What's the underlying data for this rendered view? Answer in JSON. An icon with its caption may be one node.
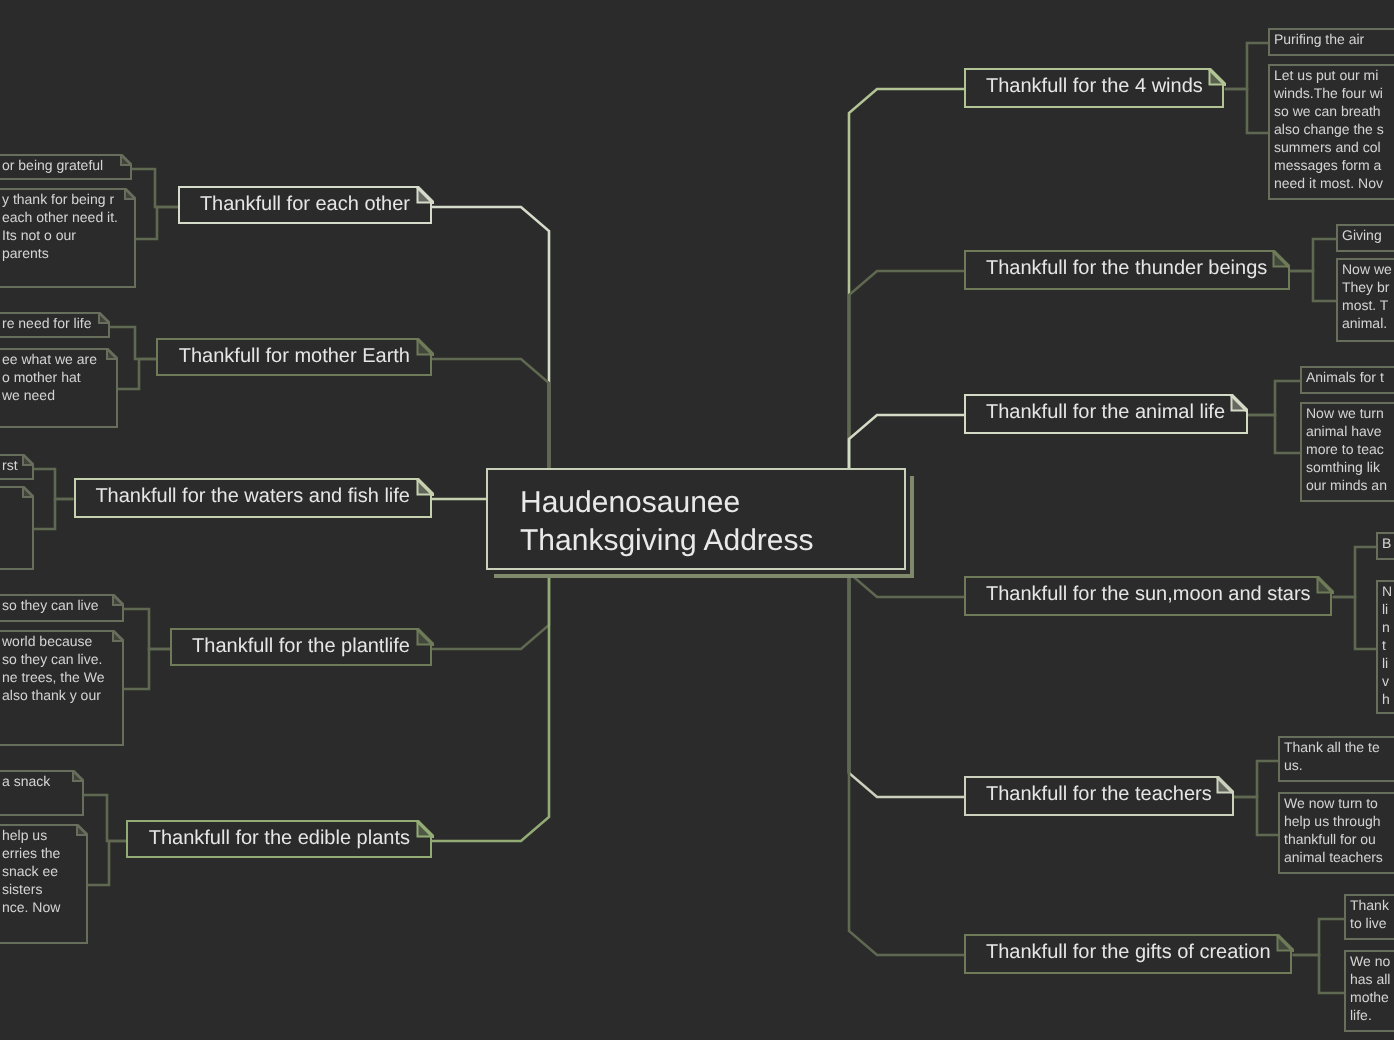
{
  "diagram": {
    "nodes": [
      {
        "text": [
          "Haudenosaunee Thanksgiving Address"
        ]
      },
      {
        "text": [
          "Thankfull for the 4 winds"
        ]
      },
      {
        "text": [
          "Purifing the air"
        ]
      },
      {
        "text": [
          "Let us put our mi winds.The four wi so we can breath also change the s summers and col messages form a need it most. Nov"
        ]
      },
      {
        "text": [
          "Thankfull for the thunder beings"
        ]
      },
      {
        "text": [
          "Giving"
        ]
      },
      {
        "text": [
          "Now we They br most. T animal."
        ]
      },
      {
        "text": [
          "Thankfull for the animal life"
        ]
      },
      {
        "text": [
          "Animals for t"
        ]
      },
      {
        "text": [
          "Now we turn animal have more to teac somthing lik our minds an"
        ]
      },
      {
        "text": [
          "Thankfull for the sun,moon and stars"
        ]
      },
      {
        "text": [
          "B"
        ]
      },
      {
        "text": [
          "N li n t li v h"
        ]
      },
      {
        "text": [
          "Thankfull for the teachers"
        ]
      },
      {
        "text": [
          "Thank all the te us."
        ]
      },
      {
        "text": [
          "We now turn to help us through thankfull for ou animal teachers"
        ]
      },
      {
        "text": [
          "Thankfull for the gifts of creation"
        ]
      },
      {
        "text": [
          "Thank to live"
        ]
      },
      {
        "text": [
          "We no has all mothe life."
        ]
      },
      {
        "text": [
          "Thankfull for each other"
        ]
      },
      {
        "text": [
          "or being grateful"
        ]
      },
      {
        "text": [
          "y thank for being r each other need it. Its not o our parents"
        ]
      },
      {
        "text": [
          "Thankfull for mother Earth"
        ]
      },
      {
        "text": [
          "re need for life"
        ]
      },
      {
        "text": [
          "ee what we are o mother hat we need"
        ]
      },
      {
        "text": [
          "Thankfull for the waters and fish life"
        ]
      },
      {
        "text": [
          "rst"
        ]
      },
      {
        "text": [],
        "shape": "box"
      },
      {
        "text": [
          "Thankfull for the plantlife"
        ]
      },
      {
        "text": [
          "so they can live"
        ]
      },
      {
        "text": [
          "world because so they can live. ne trees, the We also thank y our"
        ]
      },
      {
        "text": [
          "Thankfull for the edible plants"
        ]
      },
      {
        "text": [
          "a snack"
        ]
      },
      {
        "text": [
          "help us erries the snack ee sisters nce. Now"
        ]
      }
    ],
    "edges": [
      {
        "from": 0,
        "to": 1,
        "arrow": "none",
        "color": "#b2c494"
      },
      {
        "from": 1,
        "to": 2,
        "arrow": "none"
      },
      {
        "from": 1,
        "to": 3,
        "arrow": "none"
      },
      {
        "from": 0,
        "to": 4,
        "arrow": "none"
      },
      {
        "from": 4,
        "to": 5,
        "arrow": "none"
      },
      {
        "from": 4,
        "to": 6,
        "arrow": "none"
      },
      {
        "from": 0,
        "to": 7,
        "arrow": "none",
        "color": "#d3dac6"
      },
      {
        "from": 7,
        "to": 8,
        "arrow": "none"
      },
      {
        "from": 7,
        "to": 9,
        "arrow": "none"
      },
      {
        "from": 0,
        "to": 10,
        "arrow": "none"
      },
      {
        "from": 10,
        "to": 11,
        "arrow": "none"
      },
      {
        "from": 10,
        "to": 12,
        "arrow": "none"
      },
      {
        "from": 0,
        "to": 13,
        "arrow": "none",
        "color": "#cbd1bd"
      },
      {
        "from": 13,
        "to": 14,
        "arrow": "none"
      },
      {
        "from": 13,
        "to": 15,
        "arrow": "none"
      },
      {
        "from": 0,
        "to": 16,
        "arrow": "none"
      },
      {
        "from": 16,
        "to": 17,
        "arrow": "none"
      },
      {
        "from": 16,
        "to": 18,
        "arrow": "none"
      },
      {
        "from": 0,
        "to": 19,
        "arrow": "none",
        "color": "#d6dccb"
      },
      {
        "from": 19,
        "to": 20,
        "arrow": "none"
      },
      {
        "from": 19,
        "to": 21,
        "arrow": "none"
      },
      {
        "from": 0,
        "to": 22,
        "arrow": "none"
      },
      {
        "from": 22,
        "to": 23,
        "arrow": "none"
      },
      {
        "from": 22,
        "to": 24,
        "arrow": "none"
      },
      {
        "from": 0,
        "to": 25,
        "arrow": "none",
        "color": "#c6d1af"
      },
      {
        "from": 25,
        "to": 26,
        "arrow": "none"
      },
      {
        "from": 25,
        "to": 27,
        "arrow": "none"
      },
      {
        "from": 0,
        "to": 28,
        "arrow": "none"
      },
      {
        "from": 28,
        "to": 29,
        "arrow": "none"
      },
      {
        "from": 28,
        "to": 30,
        "arrow": "none"
      },
      {
        "from": 0,
        "to": 31,
        "arrow": "none",
        "color": "#93ab74"
      },
      {
        "from": 31,
        "to": 32,
        "arrow": "none"
      },
      {
        "from": 31,
        "to": 33,
        "arrow": "none"
      }
    ]
  }
}
